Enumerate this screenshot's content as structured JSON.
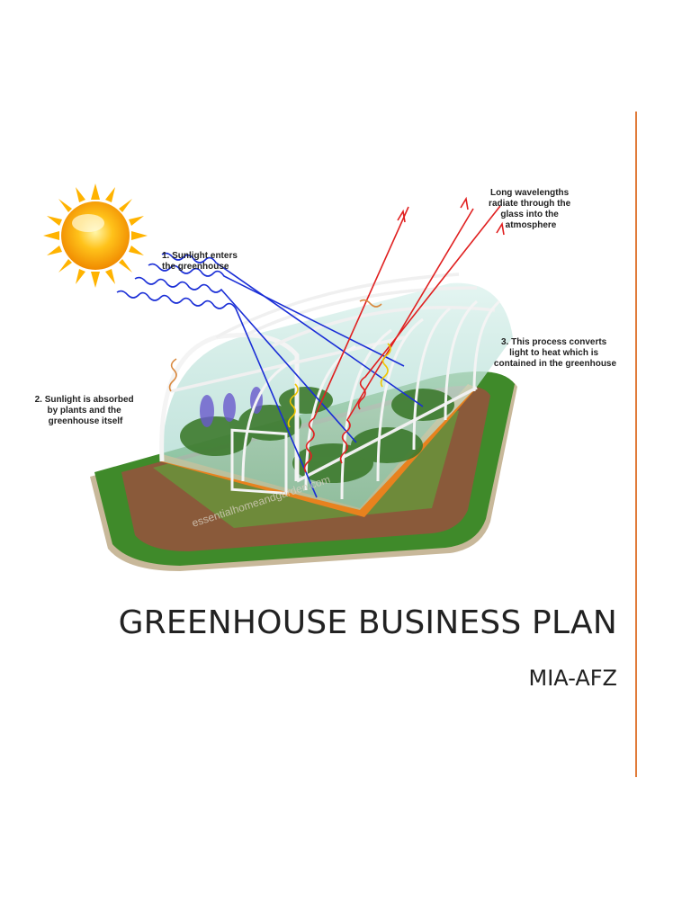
{
  "document": {
    "title": "GREENHOUSE BUSINESS PLAN",
    "subtitle": "MIA-AFZ",
    "accent_color": "#e07b39"
  },
  "illustration": {
    "labels": {
      "sunlight_enters": [
        "1. Sunlight enters",
        "the greenhouse"
      ],
      "absorbed": [
        "2. Sunlight is absorbed",
        "by plants and the",
        "greenhouse itself"
      ],
      "converts": [
        "3. This process converts",
        "light to heat which is",
        "contained in the greenhouse"
      ],
      "long_wavelengths": [
        "Long wavelengths",
        "radiate through the",
        "glass into the",
        "atmosphere"
      ]
    },
    "watermark": "essentialhomeandgarden.com",
    "icons": [
      "sun-icon",
      "greenhouse-icon"
    ]
  }
}
